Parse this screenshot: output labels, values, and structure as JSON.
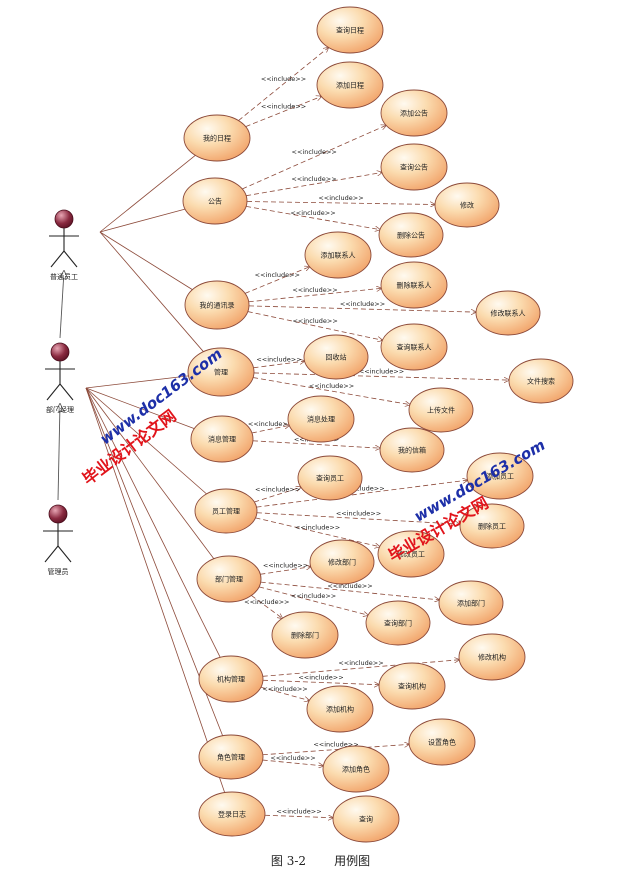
{
  "diagram": {
    "actors": [
      {
        "id": "staff",
        "label": "普通员工"
      },
      {
        "id": "dept_manager",
        "label": "部门经理"
      },
      {
        "id": "admin",
        "label": "管理员"
      }
    ],
    "include_label": "<<include>>",
    "use_cases": [
      {
        "id": "my_schedule",
        "label": "我的日程"
      },
      {
        "id": "notice",
        "label": "公告"
      },
      {
        "id": "contacts",
        "label": "我的通讯录"
      },
      {
        "id": "file_mgmt",
        "label": "管理"
      },
      {
        "id": "msg_mgmt",
        "label": "消息管理"
      },
      {
        "id": "emp_mgmt",
        "label": "员工管理"
      },
      {
        "id": "dept_mgmt",
        "label": "部门管理"
      },
      {
        "id": "org_mgmt",
        "label": "机构管理"
      },
      {
        "id": "role_mgmt",
        "label": "角色管理"
      },
      {
        "id": "login_log",
        "label": "登录日志"
      },
      {
        "id": "query_schedule",
        "label": "查询日程"
      },
      {
        "id": "add_schedule",
        "label": "添加日程"
      },
      {
        "id": "add_notice",
        "label": "添加公告"
      },
      {
        "id": "query_notice",
        "label": "查询公告"
      },
      {
        "id": "modify_notice",
        "label": "修改"
      },
      {
        "id": "delete_notice",
        "label": "删除公告"
      },
      {
        "id": "add_contact",
        "label": "添加联系人"
      },
      {
        "id": "delete_contact",
        "label": "删除联系人"
      },
      {
        "id": "modify_contact",
        "label": "修改联系人"
      },
      {
        "id": "query_contact",
        "label": "查询联系人"
      },
      {
        "id": "recycle_bin",
        "label": "回收站"
      },
      {
        "id": "file_search",
        "label": "文件搜索"
      },
      {
        "id": "upload_file",
        "label": "上传文件"
      },
      {
        "id": "msg_process",
        "label": "消息处理"
      },
      {
        "id": "my_messages",
        "label": "我的信箱"
      },
      {
        "id": "query_employee",
        "label": "查询员工"
      },
      {
        "id": "add_employee",
        "label": "添加员工"
      },
      {
        "id": "delete_employee",
        "label": "删除员工"
      },
      {
        "id": "modify_employee",
        "label": "修改员工"
      },
      {
        "id": "modify_dept",
        "label": "修改部门"
      },
      {
        "id": "add_dept",
        "label": "添加部门"
      },
      {
        "id": "query_dept",
        "label": "查询部门"
      },
      {
        "id": "delete_dept",
        "label": "删除部门"
      },
      {
        "id": "modify_org",
        "label": "修改机构"
      },
      {
        "id": "query_org",
        "label": "查询机构"
      },
      {
        "id": "add_org",
        "label": "添加机构"
      },
      {
        "id": "set_role",
        "label": "设置角色"
      },
      {
        "id": "add_role",
        "label": "添加角色"
      },
      {
        "id": "query_log",
        "label": "查询"
      }
    ],
    "associations": [
      {
        "from": "staff",
        "to": "my_schedule"
      },
      {
        "from": "staff",
        "to": "notice"
      },
      {
        "from": "staff",
        "to": "contacts"
      },
      {
        "from": "staff",
        "to": "file_mgmt"
      },
      {
        "from": "dept_manager",
        "to": "file_mgmt"
      },
      {
        "from": "dept_manager",
        "to": "msg_mgmt"
      },
      {
        "from": "dept_manager",
        "to": "emp_mgmt"
      },
      {
        "from": "dept_manager",
        "to": "dept_mgmt"
      },
      {
        "from": "dept_manager",
        "to": "org_mgmt"
      },
      {
        "from": "dept_manager",
        "to": "role_mgmt"
      },
      {
        "from": "dept_manager",
        "to": "login_log"
      }
    ],
    "generalizations": [
      {
        "from": "dept_manager",
        "to": "staff"
      },
      {
        "from": "admin",
        "to": "dept_manager"
      }
    ],
    "includes": [
      {
        "from": "my_schedule",
        "to": "query_schedule"
      },
      {
        "from": "my_schedule",
        "to": "add_schedule"
      },
      {
        "from": "notice",
        "to": "add_notice"
      },
      {
        "from": "notice",
        "to": "query_notice"
      },
      {
        "from": "notice",
        "to": "modify_notice"
      },
      {
        "from": "notice",
        "to": "delete_notice"
      },
      {
        "from": "contacts",
        "to": "add_contact"
      },
      {
        "from": "contacts",
        "to": "delete_contact"
      },
      {
        "from": "contacts",
        "to": "modify_contact"
      },
      {
        "from": "contacts",
        "to": "query_contact"
      },
      {
        "from": "file_mgmt",
        "to": "recycle_bin"
      },
      {
        "from": "file_mgmt",
        "to": "file_search"
      },
      {
        "from": "file_mgmt",
        "to": "upload_file"
      },
      {
        "from": "msg_mgmt",
        "to": "msg_process"
      },
      {
        "from": "msg_mgmt",
        "to": "my_messages"
      },
      {
        "from": "emp_mgmt",
        "to": "query_employee"
      },
      {
        "from": "emp_mgmt",
        "to": "add_employee"
      },
      {
        "from": "emp_mgmt",
        "to": "delete_employee"
      },
      {
        "from": "emp_mgmt",
        "to": "modify_employee"
      },
      {
        "from": "dept_mgmt",
        "to": "modify_dept"
      },
      {
        "from": "dept_mgmt",
        "to": "add_dept"
      },
      {
        "from": "dept_mgmt",
        "to": "query_dept"
      },
      {
        "from": "dept_mgmt",
        "to": "delete_dept"
      },
      {
        "from": "org_mgmt",
        "to": "modify_org"
      },
      {
        "from": "org_mgmt",
        "to": "query_org"
      },
      {
        "from": "org_mgmt",
        "to": "add_org"
      },
      {
        "from": "role_mgmt",
        "to": "set_role"
      },
      {
        "from": "role_mgmt",
        "to": "add_role"
      },
      {
        "from": "login_log",
        "to": "query_log"
      }
    ]
  },
  "caption": {
    "figure_number": "图 3-2",
    "title": "用例图"
  },
  "watermarks": [
    {
      "id": "wm1_url",
      "text": "www.doc163.com"
    },
    {
      "id": "wm1_cn",
      "text": "毕业设计论文网"
    },
    {
      "id": "wm2_url",
      "text": "www.doc163.com"
    },
    {
      "id": "wm2_cn",
      "text": "毕业设计论文网"
    }
  ],
  "colors": {
    "ellipse_fill_light": "#fdf2d8",
    "ellipse_fill_dark": "#f6b27a",
    "ellipse_stroke": "#8c4a3a",
    "actor_head": "#7a1f33",
    "line": "#8c4a3a",
    "watermark_red": "#e1141b",
    "watermark_blue": "#1d2fa8"
  }
}
